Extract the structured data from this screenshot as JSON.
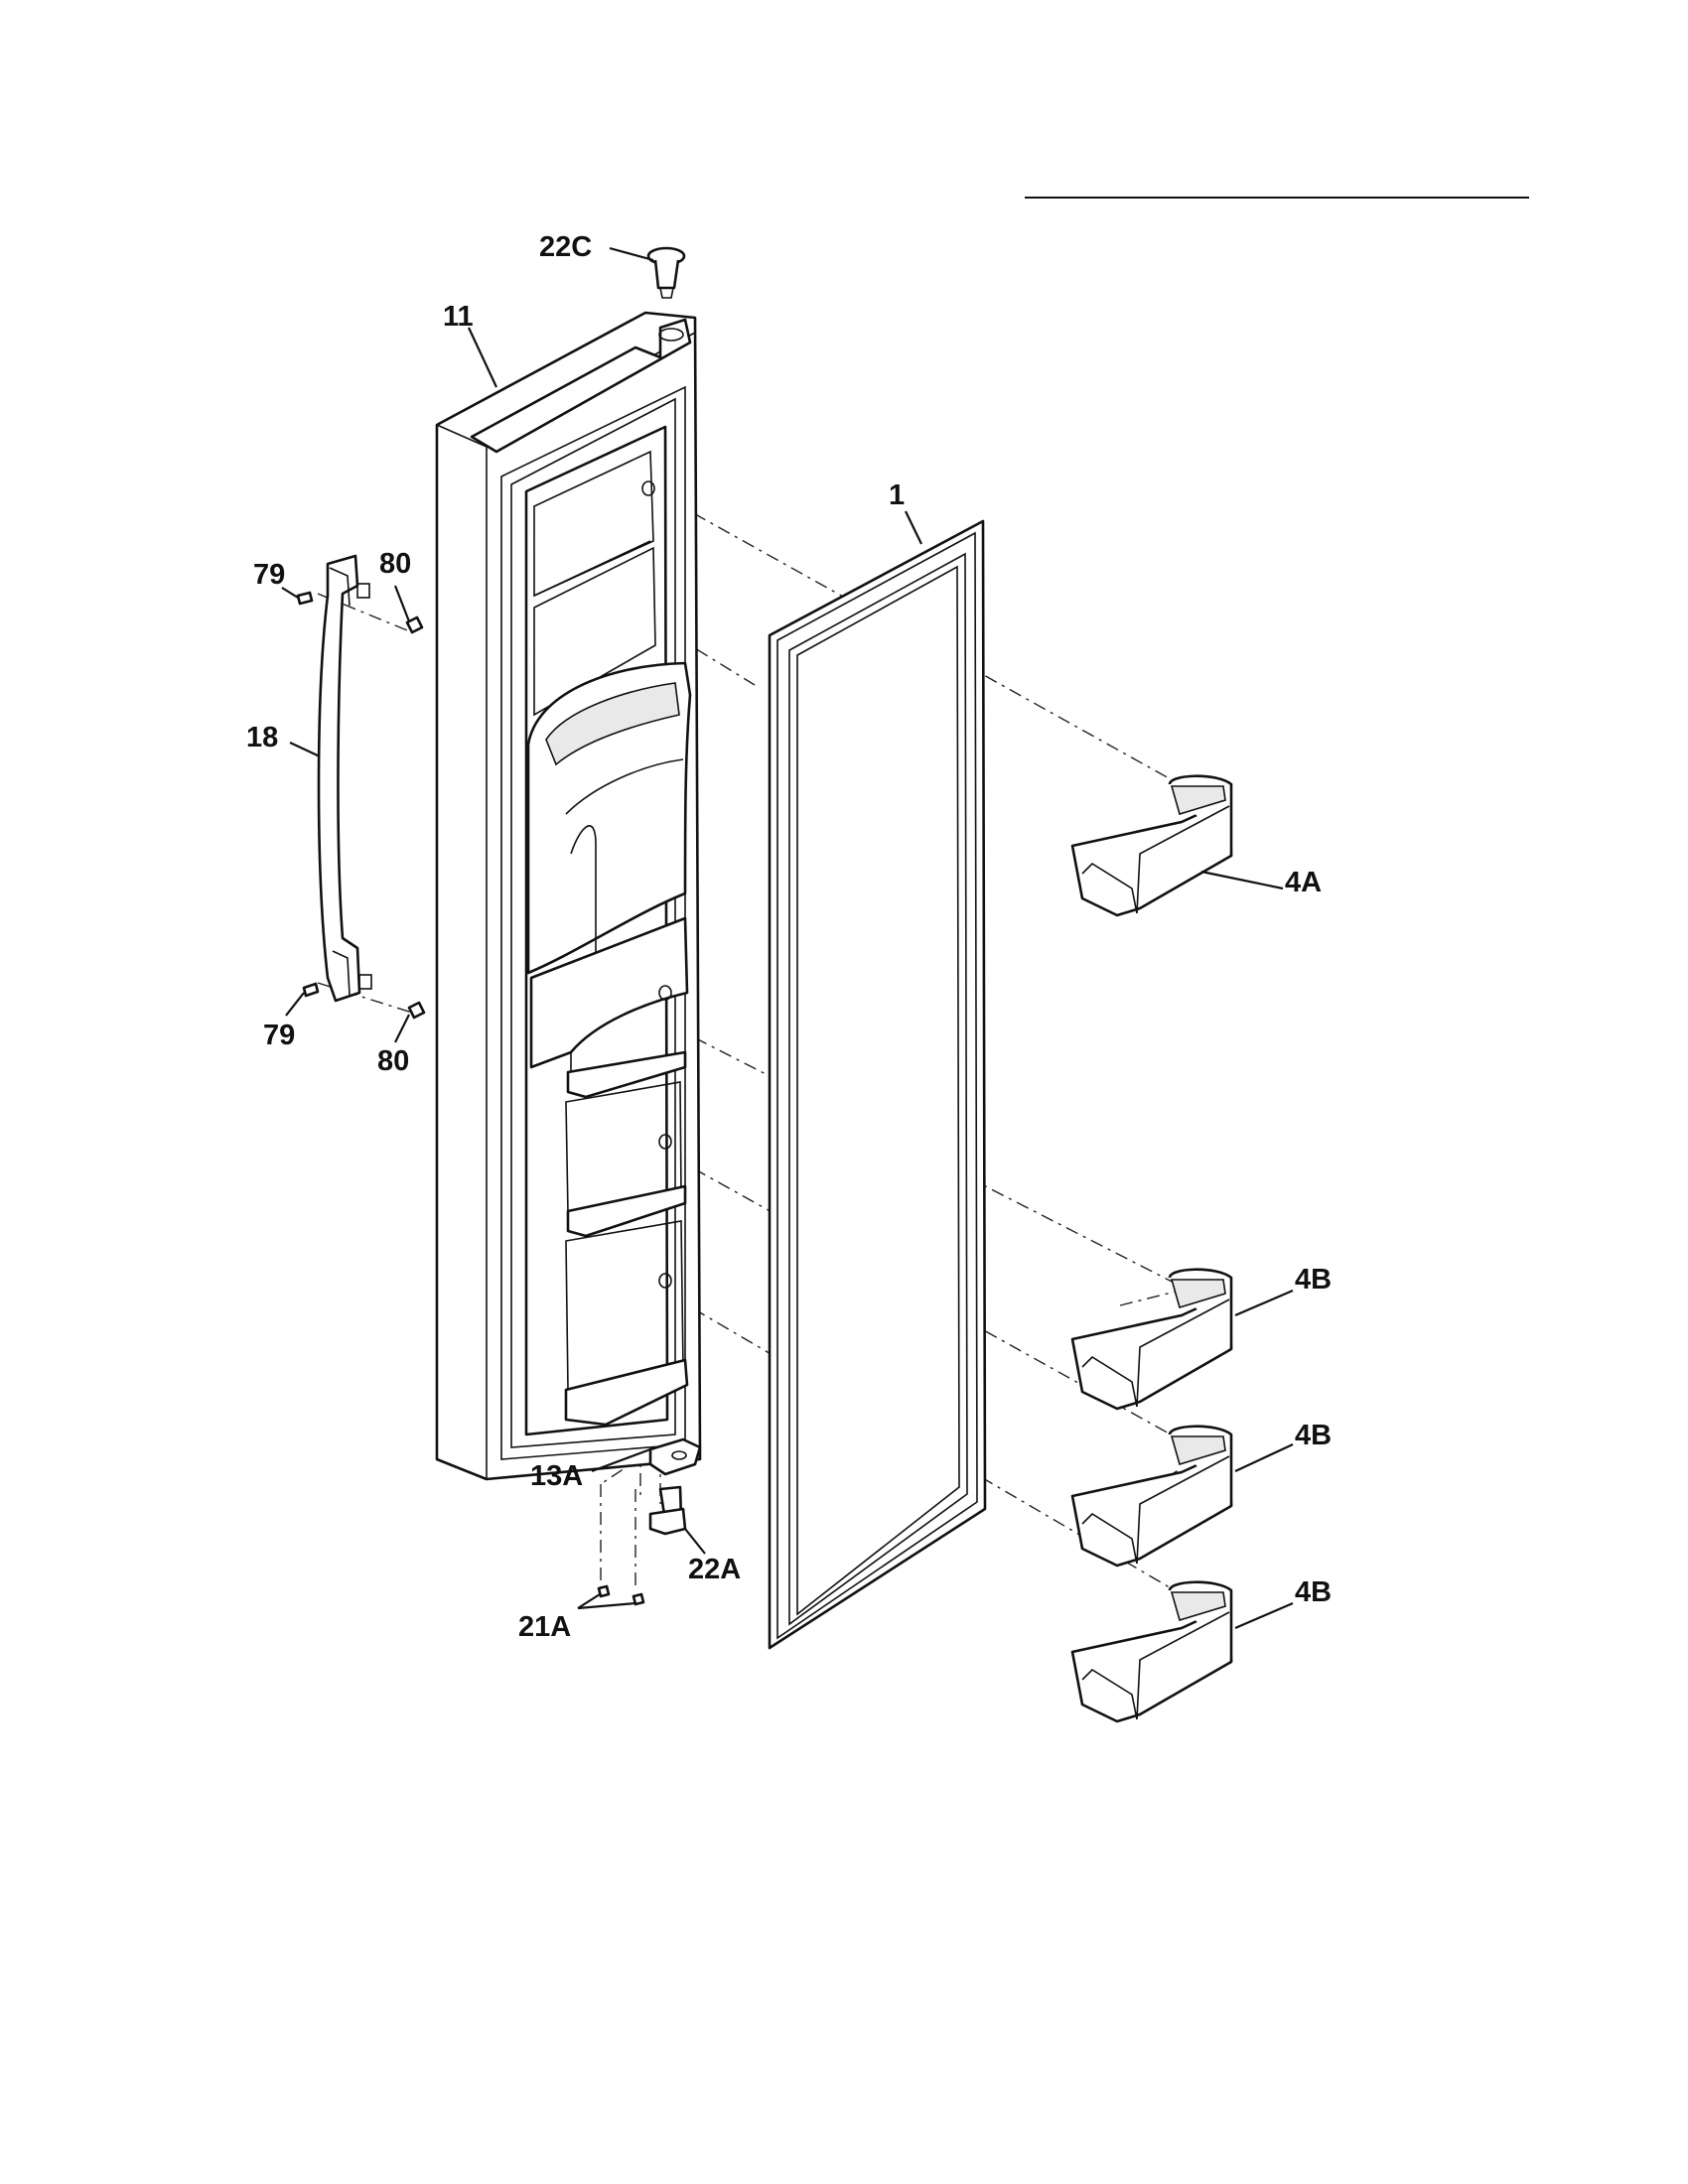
{
  "diagram": {
    "labels": {
      "door": "11",
      "gasket": "1",
      "cap_top": "22C",
      "handle": "18",
      "screw_top": "79",
      "screw_bottom": "79",
      "bolt_top": "80",
      "bolt_bottom": "80",
      "bin_top": "4A",
      "bin_1": "4B",
      "bin_2": "4B",
      "bin_3": "4B",
      "hinge": "13A",
      "bushing": "22A",
      "hinge_screws": "21A"
    }
  }
}
